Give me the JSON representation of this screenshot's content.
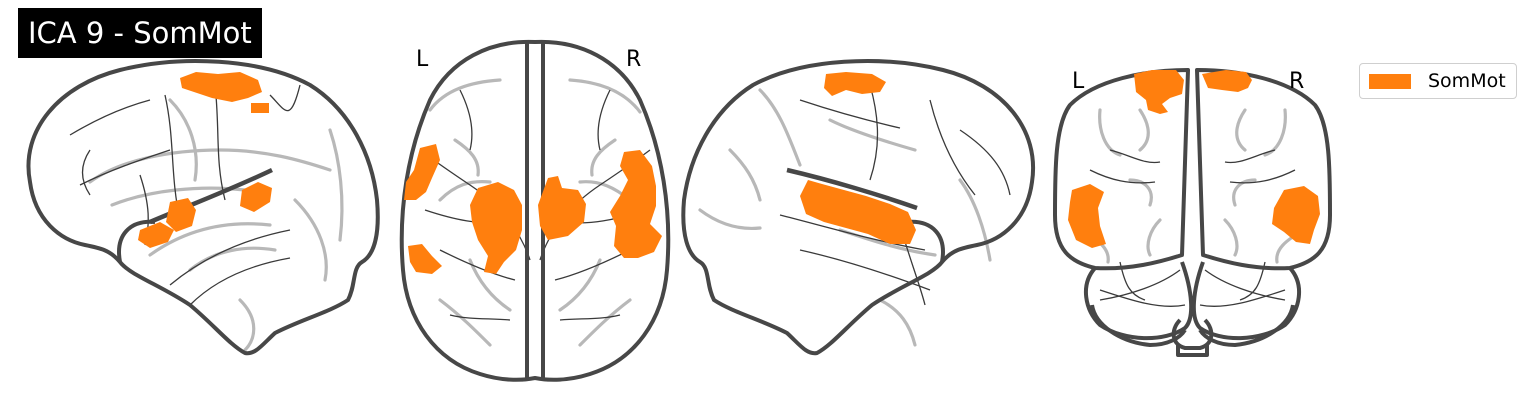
{
  "title": "ICA 9 - SomMot",
  "views": {
    "axial": {
      "left_label": "L",
      "right_label": "R"
    },
    "coronal": {
      "left_label": "L",
      "right_label": "R"
    }
  },
  "legend": {
    "label": "SomMot",
    "color": "#ff7f0e"
  },
  "colors": {
    "outline": "#474747",
    "ghost": "#b8b8b8",
    "highlight": "#ff7f0e",
    "title_bg": "#000000"
  }
}
